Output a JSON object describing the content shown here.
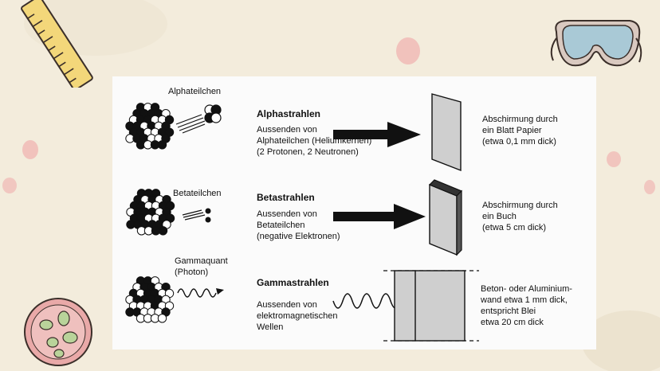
{
  "panel": {
    "alpha": {
      "particle_label": "Alphateilchen",
      "title": "Alphastrahlen",
      "description": "Aussenden von\nAlphateilchen (Heliumkernen)\n(2 Protonen, 2 Neutronen)",
      "shielding": "Abschirmung durch\nein Blatt Papier\n(etwa 0,1 mm dick)"
    },
    "beta": {
      "particle_label": "Betateilchen",
      "title": "Betastrahlen",
      "description": "Aussenden von\nBetateilchen\n(negative Elektronen)",
      "shielding": "Abschirmung durch\nein Buch\n(etwa 5 cm dick)"
    },
    "gamma": {
      "particle_label": "Gammaquant\n(Photon)",
      "title": "Gammastrahlen",
      "description": "Aussenden von\nelektromagnetischen\nWellen",
      "shielding": "Beton- oder Aluminium-\nwand etwa 1 mm dick,\nentspricht Blei\netwa 20 cm dick"
    }
  },
  "colors": {
    "background": "#f3ecdc",
    "panel": "#fbfbfb",
    "ink": "#111111",
    "shield_gray": "#cfcfcf",
    "ruler": "#f3d77a",
    "blob_pink": "#f0b8b4"
  },
  "icons": [
    "ruler-icon",
    "goggles-icon",
    "cell-icon"
  ]
}
